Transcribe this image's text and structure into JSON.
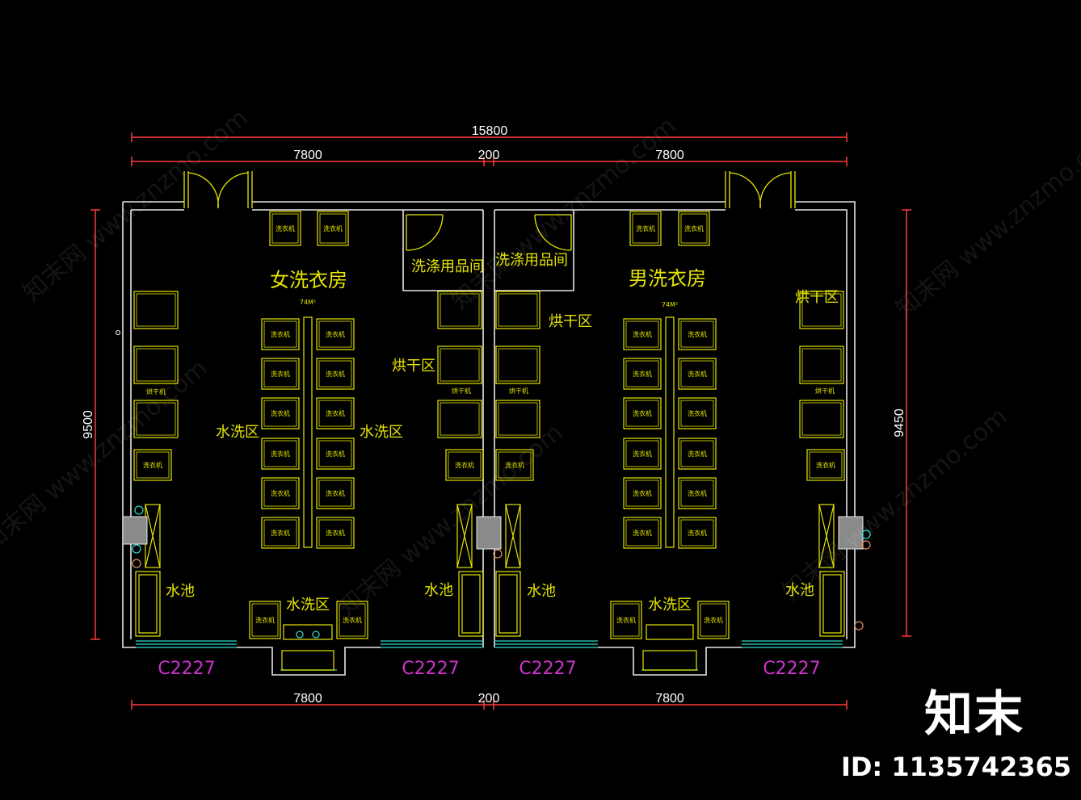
{
  "dimensions": {
    "total_width": "15800",
    "left_width": "7800",
    "gap": "200",
    "right_width": "7800",
    "height_left": "9500",
    "height_right": "9450"
  },
  "rooms": {
    "left_title": "女洗衣房",
    "right_title": "男洗衣房",
    "area": "74M²",
    "supplies_left": "洗涤用品间",
    "supplies_right": "洗涤用品间",
    "dry_zone": "烘干区",
    "wash_zone": "水洗区",
    "sink": "水池"
  },
  "equipment": {
    "washer": "洗衣机",
    "dryer": "烘干机"
  },
  "windows": {
    "code": "C2227"
  },
  "watermark": {
    "text": "知末网 www.znzmo.com"
  },
  "brand": {
    "logo": "知末",
    "id": "ID: 1135742365"
  },
  "colors": {
    "background": "#000000",
    "wall": "#e6e6e6",
    "furniture": "#e6e600",
    "text": "#e6e600",
    "dimension": "#ff3b3b",
    "window_label": "#cc33cc",
    "glass": "#2bd9c9"
  }
}
